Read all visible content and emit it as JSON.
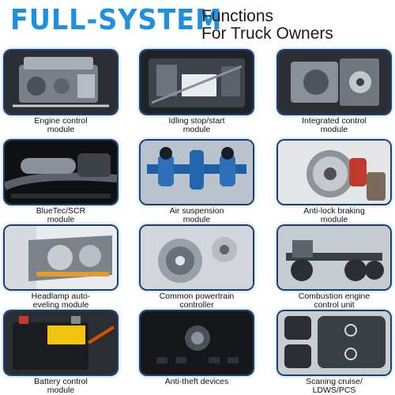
{
  "header": {
    "title": "FULL-SYSTEM",
    "subtitle_line1": "Functions",
    "subtitle_line2": "For Truck Owners"
  },
  "modules": [
    {
      "name": "engine-control",
      "label": [
        "Engine control",
        "module"
      ],
      "icon": "engine-icon"
    },
    {
      "name": "idling-stop-start",
      "label": [
        "Idling stop/start",
        "module"
      ],
      "icon": "engine-bay-icon"
    },
    {
      "name": "integrated-control",
      "label": [
        "Integrated control",
        "module"
      ],
      "icon": "engine-assembly-icon"
    },
    {
      "name": "bluetec-scr",
      "label": [
        "BlueTec/SCR",
        "module"
      ],
      "icon": "exhaust-system-icon"
    },
    {
      "name": "air-suspension",
      "label": [
        "Air suspension",
        "module"
      ],
      "icon": "suspension-icon"
    },
    {
      "name": "anti-lock-braking",
      "label": [
        "Anti-lock braking",
        "module"
      ],
      "icon": "brake-disc-icon"
    },
    {
      "name": "headlamp-auto-leveling",
      "label": [
        "Headlamp auto-",
        "eveling module"
      ],
      "icon": "headlamp-icon"
    },
    {
      "name": "common-powertrain",
      "label": [
        "Common powertrain",
        "controller"
      ],
      "icon": "pulley-icon"
    },
    {
      "name": "combustion-engine-control",
      "label": [
        "Combustion engine",
        "control unit"
      ],
      "icon": "chassis-icon"
    },
    {
      "name": "battery-control",
      "label": [
        "Battery control",
        "module"
      ],
      "icon": "battery-icon"
    },
    {
      "name": "anti-theft",
      "label": [
        "Anti-theft devices",
        ""
      ],
      "icon": "ignition-icon"
    },
    {
      "name": "scanning-cruise",
      "label": [
        "Scaning cruise/",
        "LDWS/PCS"
      ],
      "icon": "dashboard-buttons-icon"
    }
  ],
  "colors": {
    "title_blue": "#1e90e0",
    "card_border": "#1d3f6a",
    "card_glow": "#3c8cdc"
  }
}
